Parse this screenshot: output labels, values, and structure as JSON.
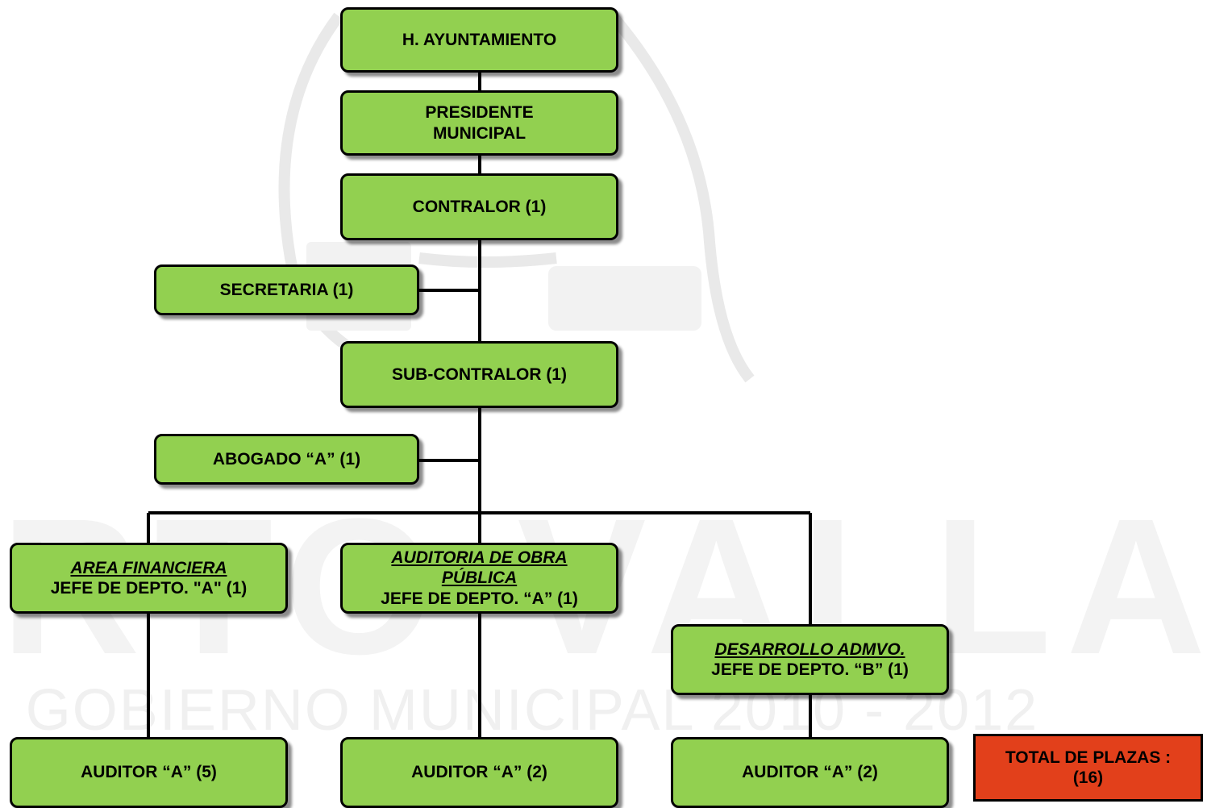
{
  "watermark": {
    "city": "PUERTO VALLARTA",
    "government": "GOBIERNO MUNICIPAL 2010 - 2012"
  },
  "org": {
    "ayuntamiento": "H. AYUNTAMIENTO",
    "presidente_line1": "PRESIDENTE",
    "presidente_line2": "MUNICIPAL",
    "contralor": "CONTRALOR (1)",
    "secretaria": "SECRETARIA (1)",
    "subcontralor": "SUB-CONTRALOR  (1)",
    "abogado": "ABOGADO “A” (1)",
    "financiera": {
      "area": "AREA FINANCIERA",
      "jefe": "JEFE DE DEPTO. \"A\" (1)"
    },
    "obra": {
      "area": "AUDITORIA DE OBRA PÚBLICA",
      "jefe": "JEFE DE DEPTO. “A”  (1)"
    },
    "admvo": {
      "area": "DESARROLLO ADMVO.",
      "jefe": "JEFE DE DEPTO. “B”   (1)"
    },
    "auditor_fin": "AUDITOR “A” (5)",
    "auditor_obra": "AUDITOR “A” (2)",
    "auditor_admvo": "AUDITOR “A” (2)",
    "total_line1": "TOTAL DE PLAZAS :",
    "total_line2": "(16)"
  },
  "colors": {
    "box_fill": "#92d050",
    "total_fill": "#e2401b",
    "line": "#000000"
  }
}
